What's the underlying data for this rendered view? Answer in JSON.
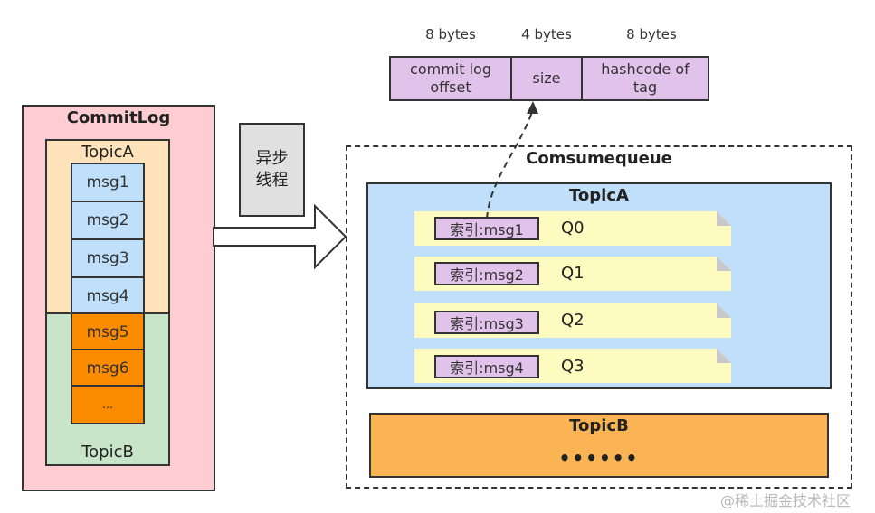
{
  "entry_format": {
    "headers": [
      "8 bytes",
      "4 bytes",
      "8 bytes"
    ],
    "fields": [
      {
        "line1": "commit log",
        "line2": "offset"
      },
      {
        "line1": "size",
        "line2": ""
      },
      {
        "line1": "hashcode of",
        "line2": "tag"
      }
    ]
  },
  "commitlog": {
    "title": "CommitLog",
    "topic_a_label": "TopicA",
    "topic_b_label": "TopicB",
    "messages": [
      "msg1",
      "msg2",
      "msg3",
      "msg4",
      "msg5",
      "msg6",
      "..."
    ]
  },
  "async_thread": {
    "line1": "异步",
    "line2": "线程"
  },
  "consumequeue": {
    "title": "Comsumequeue",
    "topic_a": {
      "title": "TopicA",
      "entries": [
        {
          "index": "索引:msg1",
          "queue": "Q0"
        },
        {
          "index": "索引:msg2",
          "queue": "Q1"
        },
        {
          "index": "索引:msg3",
          "queue": "Q2"
        },
        {
          "index": "索引:msg4",
          "queue": "Q3"
        }
      ]
    },
    "topic_b": {
      "title": "TopicB",
      "content": "••••••"
    }
  },
  "watermark": "@稀土掘金技术社区",
  "colors": {
    "commitlog_bg": "#fecdd2",
    "topic_a_bg": "#fde2ba",
    "topic_b_bg": "#c8e4c9",
    "msg_blue": "#bfdffa",
    "msg_orange": "#fb8c00",
    "field_purple": "#e1c2ea",
    "note_yellow": "#fdfbc0",
    "cq_topic_b": "#fbb454"
  }
}
